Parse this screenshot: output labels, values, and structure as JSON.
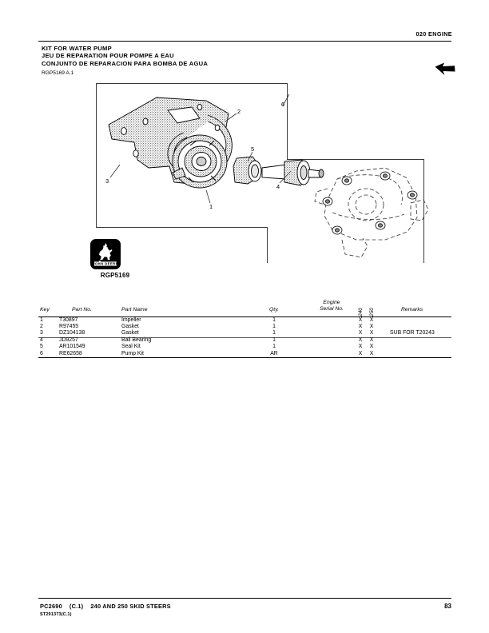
{
  "header": {
    "section": "020  ENGINE",
    "titles": [
      "KIT FOR WATER PUMP",
      "JEU DE REPARATION POUR POMPE A EAU",
      "CONJUNTO DE REPARACION PARA BOMBA DE AGUA"
    ],
    "figure_ref": "RGP5169 A.1",
    "cursor_icon": "left-arrow-cursor-icon"
  },
  "illustration": {
    "logo_icon": "john-deere-deer-logo",
    "logo_text": "JOHN DEERE",
    "caption": "RGP5169",
    "callouts": [
      {
        "label": "1"
      },
      {
        "label": "2"
      },
      {
        "label": "3"
      },
      {
        "label": "4"
      },
      {
        "label": "5"
      },
      {
        "label": "6"
      }
    ]
  },
  "table": {
    "headers": {
      "key": "Key",
      "part_no": "Part No.",
      "part_name": "Part Name",
      "qty": "Qty.",
      "serial_line1": "Engine",
      "serial_line2": "Serial No.",
      "model_240": "240",
      "model_250": "250",
      "remarks": "Remarks"
    },
    "rows": [
      {
        "key": "1",
        "part_no": "T30897",
        "part_name": "Impeller",
        "qty": "1",
        "serial": "",
        "m240": "X",
        "m250": "X",
        "remarks": ""
      },
      {
        "key": "2",
        "part_no": "R97455",
        "part_name": "Gasket",
        "qty": "1",
        "serial": "",
        "m240": "X",
        "m250": "X",
        "remarks": ""
      },
      {
        "key": "3",
        "part_no": "DZ104138",
        "part_name": "Gasket",
        "qty": "1",
        "serial": "",
        "m240": "X",
        "m250": "X",
        "remarks": "SUB FOR T20243"
      },
      {
        "key": "4",
        "part_no": "JD9257",
        "part_name": "Ball Bearing",
        "qty": "1",
        "serial": "",
        "m240": "X",
        "m250": "X",
        "remarks": ""
      },
      {
        "key": "5",
        "part_no": "AR101549",
        "part_name": "Seal Kit",
        "qty": "1",
        "serial": "",
        "m240": "X",
        "m250": "X",
        "remarks": ""
      },
      {
        "key": "6",
        "part_no": "RE62658",
        "part_name": "Pump Kit",
        "qty": "AR",
        "serial": "",
        "m240": "X",
        "m250": "X",
        "remarks": ""
      }
    ]
  },
  "footer": {
    "catalog_no": "PC2690",
    "revision": "(C.1)",
    "machine": "240 AND 250 SKID STEERS",
    "drawing_no": "ST291373(C.1)",
    "page": "83"
  }
}
